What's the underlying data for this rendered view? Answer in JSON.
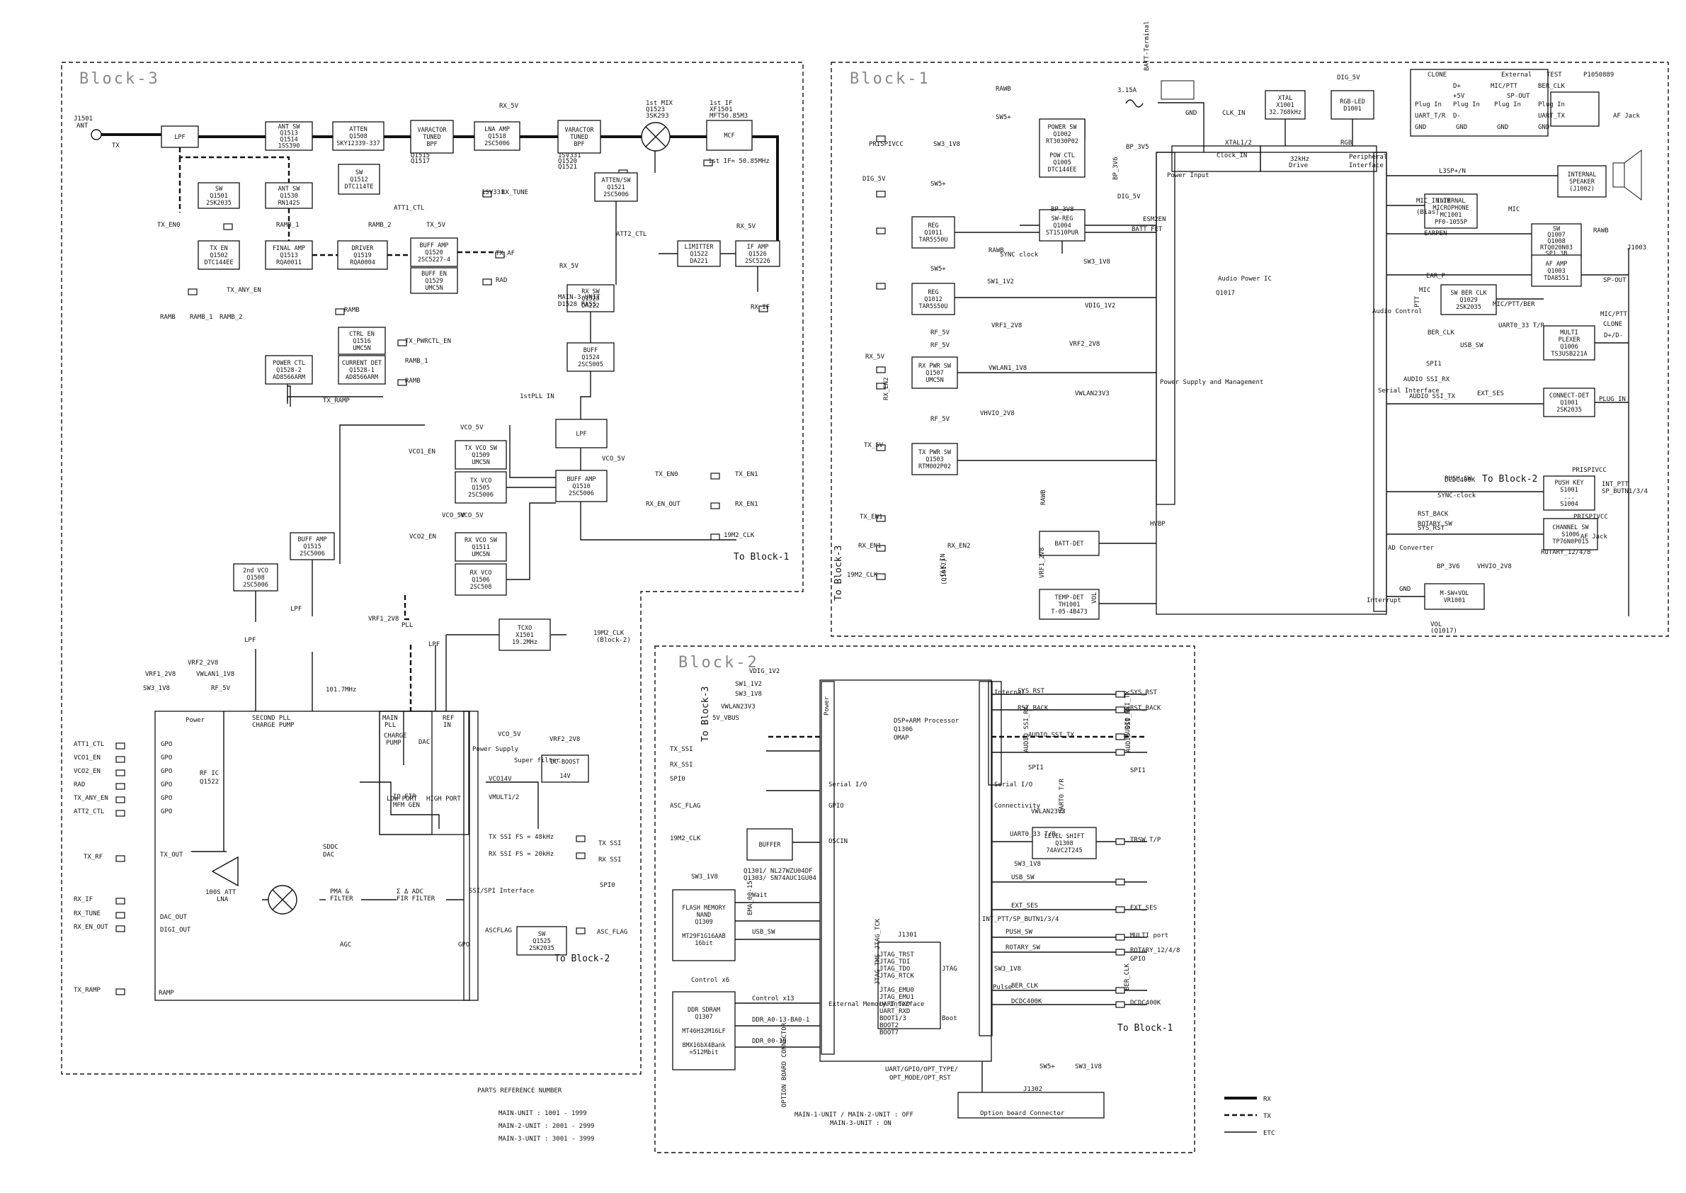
{
  "frames": [
    {
      "id": "b3",
      "title": "Block-3"
    },
    {
      "id": "b1",
      "title": "Block-1"
    },
    {
      "id": "b2",
      "title": "Block-2"
    }
  ],
  "blocks": [
    {
      "id": "lpf_in",
      "l": [
        "LPF"
      ]
    },
    {
      "id": "antsw1",
      "l": [
        "ANT SW",
        "Q1513",
        "Q1514",
        "1SS390"
      ]
    },
    {
      "id": "atten",
      "l": [
        "ATTEN",
        "Q1508",
        "SKY12339-337"
      ]
    },
    {
      "id": "var1",
      "l": [
        "VARACTOR",
        "TUNED",
        "BPF"
      ]
    },
    {
      "id": "lnaamp",
      "l": [
        "LNA AMP",
        "Q1518",
        "2SC5006"
      ]
    },
    {
      "id": "var2",
      "l": [
        "VARACTOR",
        "TUNED",
        "BPF"
      ]
    },
    {
      "id": "mcf",
      "l": [
        "MCF"
      ]
    },
    {
      "id": "swq1512",
      "l": [
        "SW",
        "Q1512",
        "DTC114TE"
      ]
    },
    {
      "id": "sw1501",
      "l": [
        "SW",
        "Q1501",
        "2SK2035"
      ]
    },
    {
      "id": "antsw2",
      "l": [
        "ANT SW",
        "Q1530",
        "RN142S"
      ]
    },
    {
      "id": "attensw",
      "l": [
        "ATTEN/SW",
        "Q1521",
        "2SC5006"
      ]
    },
    {
      "id": "txen",
      "l": [
        "TX EN",
        "Q1502",
        "DTC144EE"
      ]
    },
    {
      "id": "finalamp",
      "l": [
        "FINAL AMP",
        "Q1513",
        "RQA0011"
      ]
    },
    {
      "id": "driver",
      "l": [
        "DRIVER",
        "Q1519",
        "RQA0004"
      ]
    },
    {
      "id": "buffamp1",
      "l": [
        "BUFF AMP",
        "Q1520",
        "2SC5227-4"
      ]
    },
    {
      "id": "buffen",
      "l": [
        "BUFF EN",
        "Q1529",
        "UMC5N"
      ]
    },
    {
      "id": "limitter",
      "l": [
        "LIMITTER",
        "Q1522",
        "DA221"
      ]
    },
    {
      "id": "ifamp",
      "l": [
        "IF AMP",
        "Q1526",
        "2SC5226"
      ]
    },
    {
      "id": "rxsw",
      "l": [
        "RX SW",
        "Q1528",
        "DA222"
      ]
    },
    {
      "id": "ctrlen",
      "l": [
        "CTRL EN",
        "Q1516",
        "UMC5N"
      ]
    },
    {
      "id": "powerctl",
      "l": [
        "POWER CTL",
        "Q1528-2",
        "AD8566ARM"
      ]
    },
    {
      "id": "currentdet",
      "l": [
        "CURRENT DET",
        "Q1528-1",
        "AD8566ARM"
      ]
    },
    {
      "id": "buff1524",
      "l": [
        "BUFF",
        "Q1524",
        "2SC5005"
      ]
    },
    {
      "id": "lpf2",
      "l": [
        "LPF"
      ]
    },
    {
      "id": "txvcosw",
      "l": [
        "TX VCO SW",
        "Q1509",
        "UMC5N"
      ]
    },
    {
      "id": "txvco",
      "l": [
        "TX VCO",
        "Q1505",
        "2SC5006"
      ]
    },
    {
      "id": "buffamp1510",
      "l": [
        "BUFF AMP",
        "Q1510",
        "2SC5006"
      ]
    },
    {
      "id": "buffamp1515",
      "l": [
        "BUFF AMP",
        "Q1515",
        "2SC5006"
      ]
    },
    {
      "id": "rxvcosw",
      "l": [
        "RX VCO SW",
        "Q1511",
        "UMC5N"
      ]
    },
    {
      "id": "rxvco",
      "l": [
        "RX VCO",
        "Q1506",
        "2SC508"
      ]
    },
    {
      "id": "vco2nd",
      "l": [
        "2nd VCO",
        "Q1508",
        "2SC5006"
      ]
    },
    {
      "id": "tcxo",
      "l": [
        "TCXO",
        "X1501",
        "19.2MHz"
      ]
    },
    {
      "id": "dcboost",
      "l": [
        "DC-BOOST",
        "",
        "14V"
      ]
    },
    {
      "id": "buffer1301",
      "l": [
        "BUFFER"
      ]
    },
    {
      "id": "flash",
      "l": [
        "FLASH MEMORY",
        "NAND",
        "Q1309",
        "",
        "MT29F1G16AAB",
        "16bit"
      ]
    },
    {
      "id": "ddr",
      "l": [
        "DDR SDRAM",
        "Q1307",
        "",
        "MT46H32M16LF",
        "",
        "8MX16bX4Bank",
        "=512Mbit"
      ]
    },
    {
      "id": "levelshift",
      "l": [
        "LEVEL SHIFT",
        "Q1308",
        "74AVC2T245"
      ]
    },
    {
      "id": "powersw",
      "l": [
        "POWER SW",
        "Q1002",
        "RT3030P02",
        "",
        "POW CTL",
        "Q1005",
        "DTC144EE"
      ]
    },
    {
      "id": "swreg",
      "l": [
        "SW-REG",
        "Q1004",
        "ST1S10PUR"
      ]
    },
    {
      "id": "reg1011",
      "l": [
        "REG",
        "Q1011",
        "TAR5S50U"
      ]
    },
    {
      "id": "reg1012",
      "l": [
        "REG",
        "Q1012",
        "TAR5S50U"
      ]
    },
    {
      "id": "rxpwrsw",
      "l": [
        "RX PWR SW",
        "Q1507",
        "UMC5N"
      ]
    },
    {
      "id": "txpwrsw",
      "l": [
        "TX PWR SW",
        "Q1503",
        "RTM002P02"
      ]
    },
    {
      "id": "battdet",
      "l": [
        "BATT-DET"
      ]
    },
    {
      "id": "tempdet",
      "l": [
        "TEMP-DET",
        "TH1001",
        "T-05-4B473"
      ]
    },
    {
      "id": "xtal",
      "l": [
        "XTAL",
        "X1001",
        "32.768kHz"
      ]
    },
    {
      "id": "rgbled",
      "l": [
        "RGB-LED",
        "D1001"
      ]
    },
    {
      "id": "intspk",
      "l": [
        "INTERNAL",
        "SPEAKER",
        "(J1002)"
      ]
    },
    {
      "id": "intmic",
      "l": [
        "INTERNAL",
        "MICROPHONE",
        "MC1001",
        "PF0-1055P"
      ]
    },
    {
      "id": "swq1007",
      "l": [
        "SW",
        "Q1007",
        "Q1008",
        "RTQ020N03",
        "SP1.3B"
      ]
    },
    {
      "id": "afamp",
      "l": [
        "AF AMP",
        "Q1003",
        "TDA8551"
      ]
    },
    {
      "id": "swberclk",
      "l": [
        "SW BER CLK",
        "Q1029",
        "2SK2035"
      ]
    },
    {
      "id": "multiplexer",
      "l": [
        "MULTI",
        "PLEXER",
        "Q1006",
        "TS3USB221A"
      ]
    },
    {
      "id": "connectdet",
      "l": [
        "CONNECT-DET",
        "Q1001",
        "2SK2035"
      ]
    },
    {
      "id": "pushkey",
      "l": [
        "PUSH KEY",
        "S1001",
        "...",
        "S1004"
      ]
    },
    {
      "id": "channelsw",
      "l": [
        "CHANNEL SW",
        "S1006",
        "TP76N0P015"
      ]
    },
    {
      "id": "mswvol",
      "l": [
        "M-SW+VOL",
        "VR1001"
      ]
    },
    {
      "id": "sw1525",
      "l": [
        "SW",
        "Q1525",
        "2SK2035"
      ]
    }
  ],
  "labels": [
    "J1501",
    "ANT",
    "TX",
    "RX_5V",
    "1st MIX",
    "Q1523",
    "3SK293",
    "1st IF",
    "XF1501",
    "MFT50.85M3",
    "1st IF= 50.85MHz",
    "Q1515",
    "Q1517",
    "1SV331",
    "Q1520",
    "Q1521",
    "1SV331",
    "ATT1_CTL",
    "RX_TUNE",
    "ATT2_CTL",
    "TX_EN0",
    "RAMB_1",
    "RAMB_2",
    "TX_5V",
    "TX_AF",
    "RAD",
    "TX_ANY_EN",
    "RX_5V",
    "RX_5V",
    "RX_IF",
    "RAMB",
    "RAMB_1",
    "RAMB_2",
    "RAMB",
    "TX_PWRCTL_EN",
    "RAMB_1",
    "RAMB",
    "MAIN-3-UNIT",
    "D1528 PASS",
    "TX_RAMP",
    "1stPLL IN",
    "VCO_5V",
    "VCO_5V",
    "VCO1_EN",
    "TX_EN0",
    "TX_EN1",
    "RX_EN_OUT",
    "RX_EN1",
    "19M2_CLK",
    "To Block-1",
    "VCO_5V",
    "VCO2_EN",
    "VCO_5V",
    "PLL",
    "LPF",
    "LPF",
    "LPF",
    "101.7MHz",
    "VRF1_2V8",
    "19M2_CLK",
    "(Block-2)",
    "VRF1_2V8",
    "VRF2_2V8",
    "VWLAN1_1V8",
    "SW3_1V8",
    "RF_5V",
    "Power",
    "SECOND PLL",
    "CHARGE PUMP",
    "MAIN",
    "PLL",
    "CHARGE",
    "PUMP",
    "DAC",
    "REF",
    "IN",
    "Power Supply",
    "VCO_5V",
    "Super filter",
    "VRF2_2V8",
    "VCO14V",
    "VMULT1/2",
    "ATT1_CTL",
    "VCO1_EN",
    "VCO2_EN",
    "RAD",
    "TX_ANY_EN",
    "ATT2_CTL",
    "GPO",
    "GPO",
    "GPO",
    "GPO",
    "GPO",
    "GPO",
    "RF IC",
    "Q1522",
    "LOW PORT",
    "HIGH PORT",
    "IQ FIR",
    "MFM GEN",
    "TX SSI FS = 48kHz",
    "RX SSI FS = 20kHz",
    "TX SSI",
    "RX SSI",
    "SPI0",
    "SSI/SPI Interface",
    "TX_RF",
    "TX_OUT",
    "SDDC",
    "DAC",
    "PMA &",
    "FILTER",
    "Σ Δ ADC",
    "FIR FILTER",
    "RX_IF",
    "RX_TUNE",
    "RX_EN_OUT",
    "100S ATT",
    "LNA",
    "DAC_OUT",
    "DIGI_OUT",
    "AGC",
    "ASCFLAG",
    "ASC_FLAG",
    "GPO",
    "To Block-2",
    "TX_RAMP",
    "RAMP",
    "PARTS REFERENCE NUMBER",
    "MAIN-UNIT : 1001 - 1999",
    "MAIN-2-UNIT : 2001 - 2999",
    "MAIN-3-UNIT : 3001 - 3999",
    "VDIG_1V2",
    "SW1_1V2",
    "SW3_1V8",
    "VWLAN23V3",
    "5V_VBUS",
    "Power",
    "Internal",
    "DSP+ARM Processor",
    "Q1306",
    "OMAP",
    "To Block-3",
    "TX_SSI",
    "RX_SSI",
    "SPI0",
    "Serial I/O",
    "Serial I/O",
    "SYS_RST",
    "RST_BACK",
    "SYS_RST",
    "RST_BACK",
    "AUDIO SSI_TX",
    "AUDIO SSI_RX",
    "AUDIO SSI_TX",
    "AUDIO SSI_RX",
    "SPI1",
    "SPI1",
    "Connectivity",
    "ASC_FLAG",
    "GPIO",
    "19M2_CLK",
    "OSCIN",
    "Q1301/ NL27WZU04DF",
    "Q1303/ SN74AUC1GU04",
    "SW3_1V8",
    "VWLAN23V3",
    "UART0 T/R",
    "UART0_33 T/R",
    "TRSW T/P",
    "SW3_1V8",
    "Control x6",
    "Wait",
    "EMA_00-15",
    "USB_SW",
    "USB_SW",
    "EXT_SES",
    "EXT_SES",
    "MULTI port",
    "INT_PTT/SP_BUTN1/3/4",
    "PUSH_SW",
    "ROTARY_12/4/8",
    "ROTARY_SW",
    "GPIO",
    "SW3_1V8",
    "Control x13",
    "DDR_A0-13-BA0-1",
    "DDR_00-15",
    "External Memory Interface",
    "J1301",
    "JTAG_TCK",
    "JTAG_TRST",
    "JTAG_TDI",
    "JTAG_TDO",
    "JTAG_RTCK",
    "JTAG_TMS",
    "JTAG_EMU0",
    "JTAG_EMU1",
    "UART_TXD",
    "UART_RXD",
    "BOOT1/3",
    "BOOT2",
    "BOOT7",
    "JTAG",
    "Boot",
    "BER_CLK",
    "DCDC400K",
    "BER_CLK",
    "DCDC400K",
    "Pulse",
    "To Block-1",
    "UART/GPIO/OPT_TYPE/",
    "OPT_MODE/OPT_RST",
    "SW5+",
    "SW3_1V8",
    "J1302",
    "Option board Connector",
    "OPTION BOARD CONNECTOR",
    "MAIN-1-UNIT / MAIN-2-UNIT : OFF",
    "MAIN-3-UNIT : ON",
    "RX",
    "TX",
    "ETC",
    "RAWB",
    "SW5+",
    "3.15A",
    "BATT-Terminal",
    "GND",
    "DIG_5V",
    "CLK_IN",
    "Clock_IN",
    "XTAL1/2",
    "RGB",
    "32kHz",
    "Drive",
    "Peripheral",
    "Interface",
    "Power Input",
    "BP_3V5",
    "BP_3V6",
    "DIG_5V",
    "PRISPIVCC",
    "SW3_1V8",
    "SW5+",
    "DIG_5V",
    "ESM2EN",
    "BATT_FET",
    "BP_3V8",
    "RAWB",
    "SYNC clock",
    "SW3_1V8",
    "SW1_1V2",
    "VDIG_1V2",
    "VRF1_2V8",
    "VRF2_2V8",
    "VWLAN1_1V8",
    "VWLAN23V3",
    "VHVIO_2V8",
    "SW5+",
    "RF_5V",
    "RF_5V",
    "RX_5V",
    "RX_EN2",
    "RF_5V",
    "TX_5V",
    "TX_EN1",
    "RX_EN1",
    "RX_EN2",
    "19M2_CLK",
    "CLK_IN",
    "(Q1017)",
    "To Block-3",
    "RAWB",
    "HVBP",
    "VRF1_2V8",
    "VOL",
    "Power Supply and Management",
    "Audio Power IC",
    "Q1017",
    "Audio Control",
    "Serial Interface",
    "AD Converter",
    "Interrupt",
    "L3SP+/N",
    "MIC_IN.1R",
    "(Bias)",
    "MIC",
    "EARPEN",
    "RAWB",
    "EAR_P",
    "SP-OUT",
    "J1003",
    "MIC",
    "PTT",
    "MIC/PTT/BER",
    "UART0_33 T/R",
    "BER_CLK",
    "USB_SW",
    "D+/D-",
    "SPI1",
    "AUDIO SSI_RX",
    "AUDIO SSI_TX",
    "EXT_SES",
    "PLUG_IN",
    "MIC/PTT",
    "CLONE",
    "To Block-2",
    "AF Jack",
    "DCDC400K",
    "SYNC-clock",
    "PRISPIVCC",
    "PUSH_SW",
    "INT_PTT",
    "SP_BUTN1/3/4",
    "RST_BACK",
    "SYS_RST",
    "PRISPIVCC",
    "ROTARY_SW",
    "ROTARY_12/4/8",
    "BP_3V6",
    "VHVIO_2V8",
    "GND",
    "VOL",
    "(Q1017)",
    "P1050889",
    "AF Jack",
    "CLONE",
    "External",
    "TEST",
    "D+",
    "MIC/PTT",
    "BER_CLK",
    "+5V",
    "SP-OUT",
    "Plug In",
    "Plug In",
    "Plug In",
    "Plug In",
    "UART_T/R",
    "D-",
    "UART_TX",
    "GND",
    "GND",
    "GND",
    "GND"
  ]
}
